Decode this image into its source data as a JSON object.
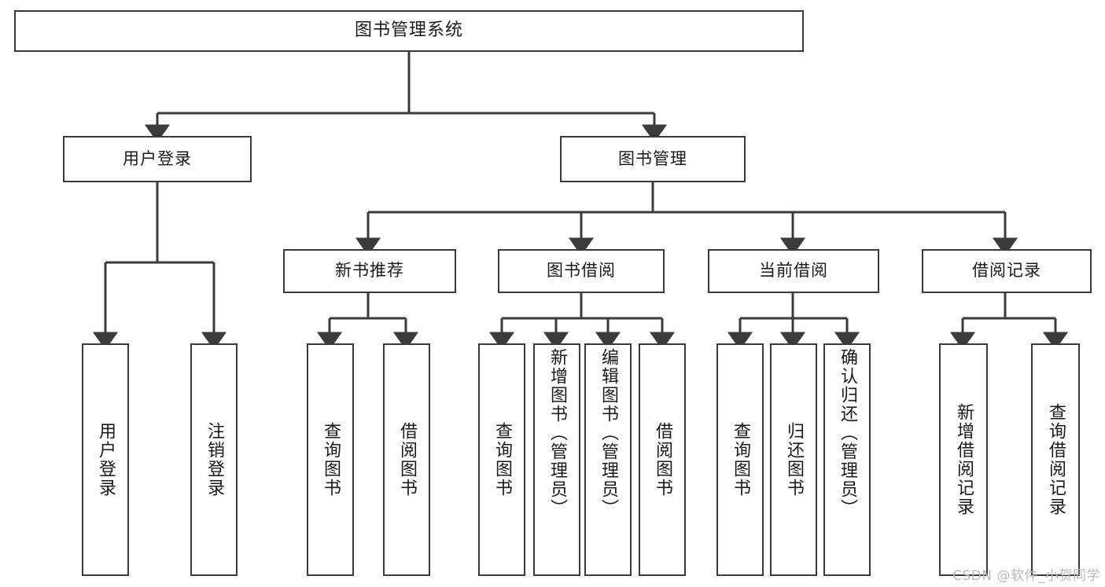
{
  "diagram": {
    "title": "图书管理系统",
    "type": "functional-structure-tree",
    "colors": {
      "background": "#ffffff",
      "box_border": "#3b3b3b",
      "box_fill": "#ffffff",
      "connector": "#3b3b3b",
      "text": "#1a1a1a",
      "watermark": "#b9b9b9"
    }
  },
  "watermark": {
    "text": "CSDN @软件_小贺同学"
  },
  "nodes": {
    "root": {
      "label": "图书管理系统"
    },
    "level2": [
      {
        "id": "user-login",
        "label": "用户登录"
      },
      {
        "id": "book-manage",
        "label": "图书管理"
      }
    ],
    "level3": [
      {
        "id": "new-book-recommend",
        "label": "新书推荐"
      },
      {
        "id": "book-borrow",
        "label": "图书借阅"
      },
      {
        "id": "current-borrow",
        "label": "当前借阅"
      },
      {
        "id": "borrow-record",
        "label": "借阅记录"
      }
    ],
    "leaves": {
      "user_login": [
        {
          "id": "leaf-user-login",
          "label": "用户登录"
        },
        {
          "id": "leaf-logout-login",
          "label": "注销登录"
        }
      ],
      "new_book_recommend": [
        {
          "id": "leaf-query-book-1",
          "label": "查询图书"
        },
        {
          "id": "leaf-borrow-book-1",
          "label": "借阅图书"
        }
      ],
      "book_borrow": [
        {
          "id": "leaf-query-book-2",
          "label": "查询图书"
        },
        {
          "id": "leaf-add-book",
          "label": "新增图书（管理员）"
        },
        {
          "id": "leaf-edit-book",
          "label": "编辑图书（管理员）"
        },
        {
          "id": "leaf-borrow-book-2",
          "label": "借阅图书"
        }
      ],
      "current_borrow": [
        {
          "id": "leaf-query-book-3",
          "label": "查询图书"
        },
        {
          "id": "leaf-return-book",
          "label": "归还图书"
        },
        {
          "id": "leaf-confirm-return",
          "label": "确认归还（管理员）"
        }
      ],
      "borrow_record": [
        {
          "id": "leaf-add-borrow-record",
          "label": "新增借阅记录"
        },
        {
          "id": "leaf-query-borrow-record",
          "label": "查询借阅记录"
        }
      ]
    }
  }
}
